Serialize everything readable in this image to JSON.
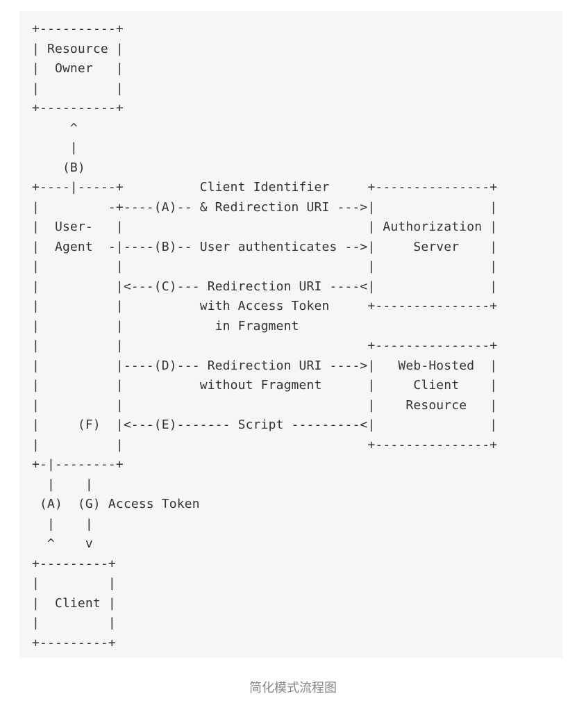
{
  "diagram": {
    "lines": [
      "+----------+",
      "| Resource |",
      "|  Owner   |",
      "|          |",
      "+----------+",
      "     ^",
      "     |",
      "    (B)",
      "+----|-----+          Client Identifier     +---------------+",
      "|         -+----(A)-- & Redirection URI --->|               |",
      "|  User-   |                                | Authorization |",
      "|  Agent  -|----(B)-- User authenticates -->|     Server    |",
      "|          |                                |               |",
      "|          |<---(C)--- Redirection URI ----<|               |",
      "|          |          with Access Token     +---------------+",
      "|          |            in Fragment",
      "|          |                                +---------------+",
      "|          |----(D)--- Redirection URI ---->|   Web-Hosted  |",
      "|          |          without Fragment      |     Client    |",
      "|          |                                |    Resource   |",
      "|     (F)  |<---(E)------- Script ---------<|               |",
      "|          |                                +---------------+",
      "+-|--------+",
      "  |    |",
      " (A)  (G) Access Token",
      "  |    |",
      "  ^    v",
      "+---------+",
      "|         |",
      "|  Client |",
      "|         |",
      "+---------+"
    ]
  },
  "caption": "简化模式流程图"
}
